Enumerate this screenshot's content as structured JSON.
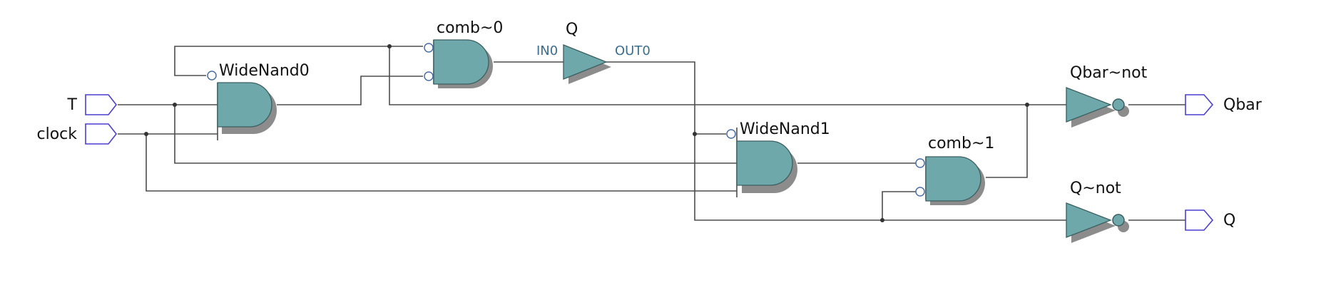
{
  "inputs": {
    "t": "T",
    "clock": "clock"
  },
  "outputs": {
    "qbar": "Qbar",
    "q": "Q"
  },
  "gates": {
    "widenand0": "WideNand0",
    "comb0": "comb~0",
    "buffer_q": "Q",
    "buffer_in": "IN0",
    "buffer_out": "OUT0",
    "widenand1": "WideNand1",
    "comb1": "comb~1",
    "qbar_not": "Qbar~not",
    "q_not": "Q~not"
  },
  "colors": {
    "gate_fill": "#6fa8aa",
    "wire": "#4d4d4d",
    "port_outline": "#4a3fd0",
    "port_name": "#3b6e8f"
  }
}
